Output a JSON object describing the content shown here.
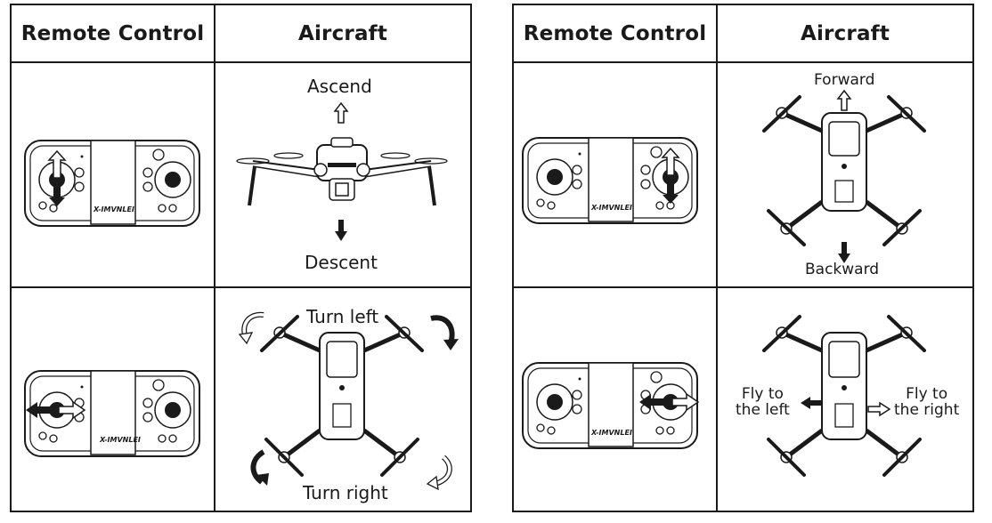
{
  "left_table": {
    "header_remote": "Remote Control",
    "header_aircraft": "Aircraft",
    "row1": {
      "label_up": "Ascend",
      "label_down": "Descent"
    },
    "row2": {
      "label_top": "Turn left",
      "label_bottom": "Turn right"
    }
  },
  "right_table": {
    "header_remote": "Remote Control",
    "header_aircraft": "Aircraft",
    "row1": {
      "label_up": "Forward",
      "label_down": "Backward"
    },
    "row2": {
      "label_left_1": "Fly to",
      "label_left_2": "the left",
      "label_right_1": "Fly to",
      "label_right_2": "the right"
    }
  },
  "controller": {
    "brand": "X-IMVNLEI"
  }
}
